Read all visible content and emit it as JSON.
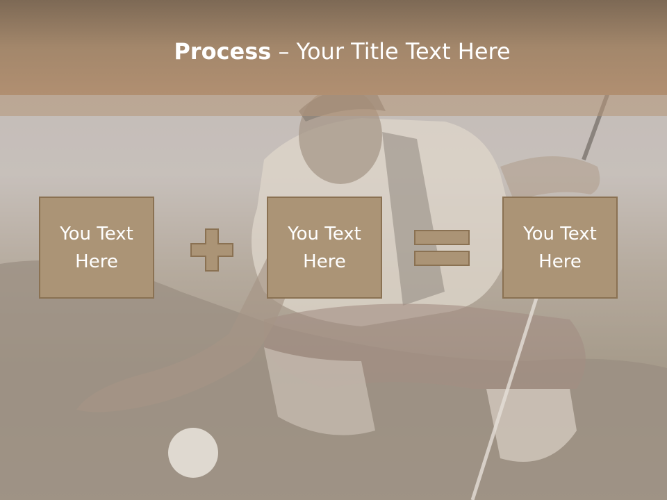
{
  "slide": {
    "title_bold": "Process",
    "title_rest": " – Your Title Text Here",
    "boxes": [
      {
        "label": "You Text\nHere"
      },
      {
        "label": "You Text\nHere"
      },
      {
        "label": "You Text\nHere"
      }
    ],
    "operators": {
      "first": "plus-icon",
      "second": "equals-icon"
    },
    "colors": {
      "header": "#a3876b",
      "box_fill": "#ab9476",
      "box_border": "#8a7152",
      "text": "#ffffff"
    }
  }
}
